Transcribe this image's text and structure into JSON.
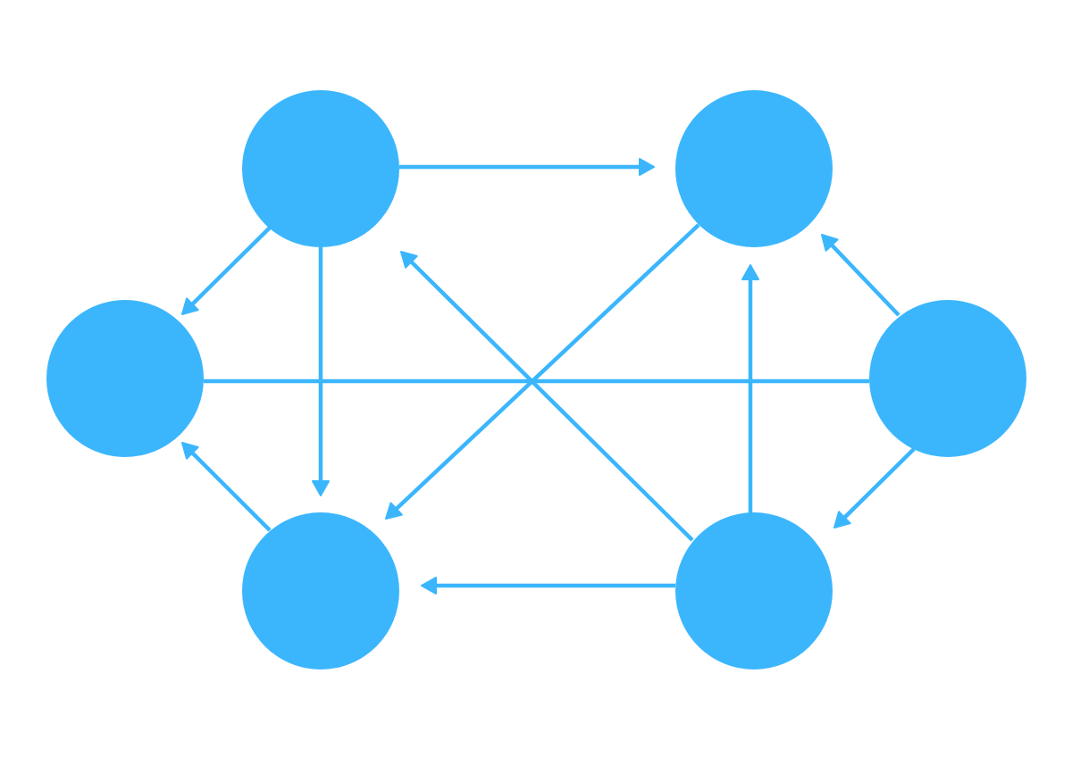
{
  "diagram": {
    "type": "directed-graph",
    "colors": {
      "node_fill": "#3bb6fd",
      "edge": "#3bb6fd",
      "background": "#ffffff"
    },
    "nodes": [
      {
        "id": "top-left",
        "label": ""
      },
      {
        "id": "top-right",
        "label": ""
      },
      {
        "id": "left",
        "label": ""
      },
      {
        "id": "right",
        "label": ""
      },
      {
        "id": "bottom-left",
        "label": ""
      },
      {
        "id": "bottom-right",
        "label": ""
      }
    ],
    "edges": [
      {
        "from": "top-left",
        "to": "top-right",
        "directed": true
      },
      {
        "from": "top-left",
        "to": "left",
        "directed": true
      },
      {
        "from": "top-left",
        "to": "bottom-left",
        "directed": true
      },
      {
        "from": "bottom-left",
        "to": "left",
        "directed": true
      },
      {
        "from": "bottom-right",
        "to": "bottom-left",
        "directed": true
      },
      {
        "from": "bottom-right",
        "to": "top-right",
        "directed": true
      },
      {
        "from": "bottom-right",
        "to": "top-left",
        "directed": true
      },
      {
        "from": "top-right",
        "to": "bottom-left",
        "directed": true
      },
      {
        "from": "right",
        "to": "top-right",
        "directed": true
      },
      {
        "from": "right",
        "to": "bottom-right",
        "directed": true
      },
      {
        "from": "left",
        "to": "right",
        "directed": false
      }
    ]
  }
}
